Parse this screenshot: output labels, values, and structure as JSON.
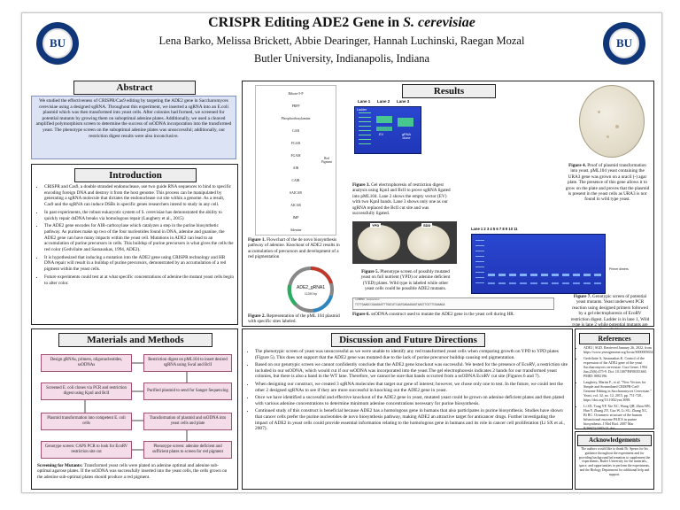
{
  "header": {
    "title_plain": "CRISPR Editing ADE2 Gene in ",
    "title_italic": "S. cerevisiae",
    "authors": "Lena Barko, Melissa Brickett, Abbie Dearinger, Hannah Luchinski, Raegan Mozal",
    "affiliation": "Butler University, Indianapolis, Indiana",
    "logo_letters": "BU",
    "logo_ring": "BUTLER UNIVERSITY"
  },
  "abstract": {
    "heading": "Abstract",
    "text": "We studied the effectiveness of CRISPR/Cas9 editing by targeting the ADE2 gene in Saccharomyces cerevisiae using a designed sgRNA. Throughout this experiment, we inserted a sgRNA into an E.coli plasmid which was then transformed into yeast cells. After colonies had formed, we screened for potential mutants by growing them on suboptimal adenine plates. Additionally, we used a cleaved amplified polymorphism screen to determine the success of ssODNA incorporation into the transformed yeast. The phenotype screen on the suboptimal adenine plates was unsuccessful; additionally, our restriction digest results were also inconclusive."
  },
  "introduction": {
    "heading": "Introduction",
    "bullets": [
      "CRISPR and Cas9, a double stranded endonuclease, use two guide RNA sequences to bind to specific encoding foreign DNA and destroy it from the host genome. This process can be manipulated by generating a sgRNA molecule that dictates the endonuclease cut site within a genome. As a result, Cas9 and the sgRNA can induce DSBs in specific genes researchers intend to study in any cell.",
      "In past experiments, the robust eukaryotic system of S. cerevisiae has demonstrated the ability to quickly repair dsDNA breaks via homologous repair (Laughery et al., 2015)",
      "The ADE2 gene encodes for AIR-carboxylase which catalyzes a step in the purine biosynthetic pathway. As purines make up two of the four nucleotides found in DNA, adenine and guanine, the ADE2 gene can have many impacts within the yeast cell. Mutations in ADE2 can lead to an accumulation of purine precursors in cells. This buildup of purine precursors is what gives the cells the red color (Gedvilaite and Sasnauskas, 1994, ADE2).",
      "It is hypothesized that inducing a mutation into the ADE2 gene using CRISPR technology and HR DNA repair will result in a buildup of purine precursors, demonstrated by an accumulation of a red pigment within the yeast cells.",
      "Future experiments could test at at what specific concentrations of adenine the mutant yeast cells begin to alter color."
    ]
  },
  "methods": {
    "heading": "Materials and Methods",
    "steps": [
      "Design gRNAs, primers, oligonucleotides, ssODNAs",
      "Restriction digest on pML104 to insert desired sgRNA using SwaI and BclI",
      "Screened E. coli clones via PCR and restriction digest using KpnI and BclI",
      "Purified plasmid to send for Sanger Sequencing",
      "Plasmid transformation into competent E. coli cells",
      "Transformation of plasmid and ssODNA into yeast cells and plate",
      "Genotype screen: CAPS PCR to look for EcoRV restriction site cut",
      "Phenotype screen: adenine deficient and sufficient plates to screen for red pigment"
    ],
    "screening_label": "Screening for Mutants:",
    "screening_text": "Transformed yeast cells were plated on adenine optimal and adenine sub-optimal agarose plates. If the ssODNA was successfully inserted into the yeast cells, the cells grown on the adenine sub-optimal plates should produce a red pigment."
  },
  "figure1": {
    "pathway": [
      "Ribose-5-P",
      "PRPP",
      "Phosphoribosylamine",
      "GAR",
      "FGAR",
      "FGAM",
      "AIR",
      "CAIR",
      "SAICAR",
      "AICAR",
      "IMP",
      "Adenine"
    ],
    "red_label": "Red Pigment",
    "caption_bold": "Figure 1.",
    "caption": "Flowchart of the de novo biosynthesis pathway of adenine. Knockout of ADE2 results in accumulation of precursors and development of a red pigmentation"
  },
  "figure2": {
    "plasmid_name": "ADE2_gRNA1",
    "plasmid_size": "11250 bp",
    "caption_bold": "Figure 2.",
    "caption": "Representation of the pML 104 plasmid with specific sites labeled."
  },
  "results": {
    "heading": "Results"
  },
  "figure3": {
    "lanes": [
      "Lane 1",
      "Lane 2",
      "Lane 3"
    ],
    "ladder": "Ladder",
    "ev": "EV",
    "grna": "gRNA clone",
    "caption_bold": "Figure 3.",
    "caption": "Gel electrophoresis of restriction digest analysis using KpnI and BclI to prove sgRNA ligated into pML104. Lane 2 shows the empty vector (EV) with two KpnI bands. Lane 3 shows only one as our sgRNA replaced the BclI cut site and was successfully ligated."
  },
  "figure4": {
    "caption_bold": "Figure 4.",
    "caption": "Proof of plasmid transformation into yeast. pML104 yeast containing the URA3 gene was grown on a uracil (-) agar plate. The presence of this gene allows it to grow on the plate and proves that the plasmid is present in the yeast cells as URA3 is not found in wild type yeast."
  },
  "figure5": {
    "label_a": "YPD",
    "label_b": "SDD",
    "caption_bold": "Figure 5.",
    "caption": "Phenotype screen of possibly mutated yeast on full nutrient (YPD) or adenine deficient (YED) plates. Wild type is labeled while other yeast cells could be possible ADE2 mutants."
  },
  "figure6": {
    "header": "ssODNA sequence:",
    "sequence": "TCTTGAAGCCGAAGAGTTTGGCATCAATGAGAAGAGTAAGTTCGTTCGAAAGA",
    "caption_bold": "Figure 6.",
    "caption": "ssODNA construct used to mutate the ADE2 gene in the yeast cell during HR."
  },
  "figure7": {
    "lanes_label": "Lane 1 2 3 4 5 6 7 8 9 10 11",
    "side_label": "Primer dimers",
    "caption_bold": "Figure 7.",
    "caption": "Genotypic screen of potential yeast mutants. Yeast underwent PCR reaction using designed primers followed by a gel electrophoresis of EcoRV restriction digest. Ladder is in lane 1, Wild type is lane 2 while potential mutants are lanes 3-11."
  },
  "discussion": {
    "heading": "Discussion and Future Directions",
    "bullets": [
      "The phenotypic screen of yeast was unsuccessful as we were unable to identify any red transformed yeast cells when comparing growth on YPD to YPD plates (Figure 5). This does not support that the ADE2 gene was mutated due to the lack of purine precursor buildup causing red pigmentation.",
      "Based on our genotypic screen we cannot confidently conclude that the ADE2 gene knockout was successful. We tested for the presence of EcoRV, a restriction site included in our ssODNA, which would cut if our ssODNA was incorporated into the yeast.The gel electrophoresis indicates 2 bands for our transformed yeast colonies, but there is also a band in the WT lane. Therefore, we cannot be sure that bands occurred from a ssODNA EcoRV cut site (Figures 6 and 7).",
      "When designing our construct, we created 3 sgRNA molecules that target our gene of interest; however, we chose only one to test. In the future, we could test the other 2 designed sgRNAs to see if they are more successful in knocking out the ADE2 gene in yeast.",
      "Once we have identified a successful and effective knockout of the ADE2 gene in yeast, mutated yeast could be grown on adenine deficient plates and then plated with various adenine concentrations to determine minimum adenine concentrations necessary for purine biosynthesis.",
      "Continued study of this construct is beneficial because ADE2 has a homologous gene in humans that also participates in purine biosynthesis. Studies have shown that cancer cells prefer the purine nucleotides de novo biosynthesis pathway, making ADE2 an attractive target for anticancer drugs. Further investigating the impact of ADE2 in yeast cells could provide essential information relating to the homologous gene in humans and its role in cancer cell proliferation (Li SX et al., 2007)."
    ]
  },
  "references": {
    "heading": "References",
    "items": [
      "ADE2 | SGD. Retrieved January 26, 2022, from https://www.yeastgenome.org/locus/S000005654",
      "Gedvilaite A, Sasnauskas K. Control of the expression of the ADE2 gene of the yeast Saccharomyces cerevisiae. Curr Genet. 1994 Jun;25(6):475-9. Doi: 10.1007/BF00351665. PMID: 8082196.",
      "Laughery, Martin F., et al. \"New Vectors for Simple and Streamlined CRISPR-Cas9 Genome Editing in Saccharomyces Cerevisiae.\" Yeast, vol. 32, no. 12, 2015, pp. 711-720., https://doi.org/10.1002/yea.3098.",
      "Li SX, Tong YP, Xie XC, Wang QH, Zhou HN, Han Y, Zhang ZY, Gao W, Li SG, Zhang XC, Bi RC. Octameric structure of the human bifunctional enzyme PAICS in purine biosynthesis. J Mol Biol. 2007 Mar 9;366(5):1603-14. doi: 10.1016/j.jmb.2006.12.027."
    ]
  },
  "acknowledgements": {
    "heading": "Acknowledgements",
    "text": "The authors would like to thank Dr. Spears for his guidance throughout the experiment and for providing background information to supplement the experiments, Butler University for the materials, space, and opportunities to perform the experiments, and the Biology Department for additional help and support."
  },
  "colors": {
    "logo_blue": "#10367a",
    "abstract_bg": "#dbe3f4",
    "flow_bg": "#f4dce8",
    "gel_blue": "#1e40c8"
  }
}
